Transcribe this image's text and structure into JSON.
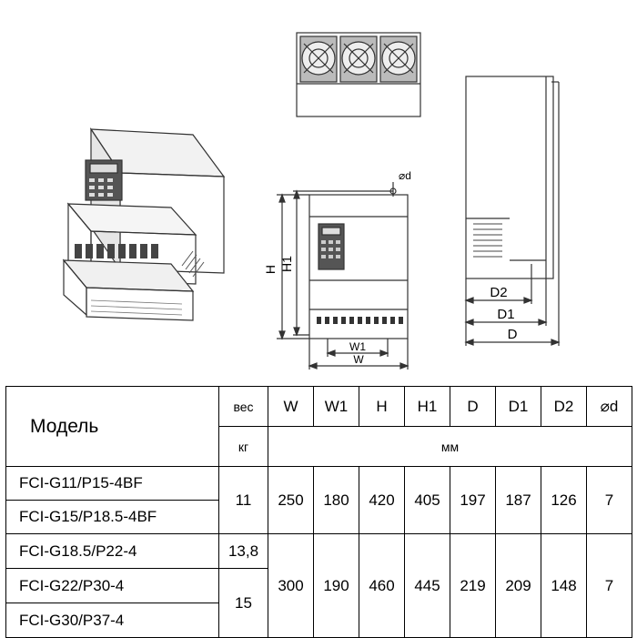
{
  "drawing": {
    "dim_labels": {
      "H": "H",
      "H1": "H1",
      "W": "W",
      "W1": "W1",
      "D": "D",
      "D1": "D1",
      "D2": "D2",
      "hole": "⌀d"
    }
  },
  "table": {
    "model_header": "Модель",
    "weight_header": "вес",
    "weight_unit": "кг",
    "dim_unit": "мм",
    "columns": [
      "W",
      "W1",
      "H",
      "H1",
      "D",
      "D1",
      "D2",
      "⌀d"
    ],
    "rows": [
      {
        "model": "FCI-G11/P15-4BF"
      },
      {
        "model": "FCI-G15/P18.5-4BF"
      },
      {
        "model": "FCI-G18.5/P22-4"
      },
      {
        "model": "FCI-G22/P30-4"
      },
      {
        "model": "FCI-G30/P37-4"
      }
    ],
    "group1": {
      "weight": "11",
      "values": [
        "250",
        "180",
        "420",
        "405",
        "197",
        "187",
        "126",
        "7"
      ]
    },
    "group2": {
      "weight_a": "13,8",
      "weight_b": "15",
      "values": [
        "300",
        "190",
        "460",
        "445",
        "219",
        "209",
        "148",
        "7"
      ]
    }
  }
}
